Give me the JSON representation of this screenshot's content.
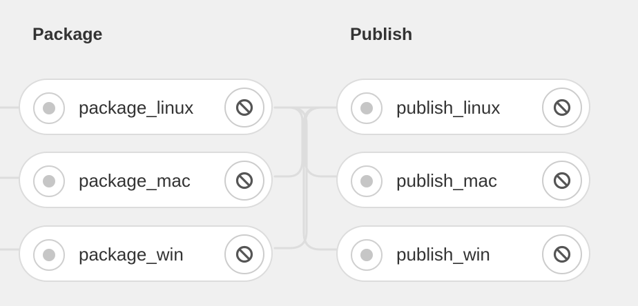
{
  "stages": [
    {
      "title": "Package",
      "jobs": [
        {
          "name": "package_linux",
          "status_icon": "skipped-status-icon",
          "action_icon": "cancel-icon"
        },
        {
          "name": "package_mac",
          "status_icon": "skipped-status-icon",
          "action_icon": "cancel-icon"
        },
        {
          "name": "package_win",
          "status_icon": "skipped-status-icon",
          "action_icon": "cancel-icon"
        }
      ]
    },
    {
      "title": "Publish",
      "jobs": [
        {
          "name": "publish_linux",
          "status_icon": "skipped-status-icon",
          "action_icon": "cancel-icon"
        },
        {
          "name": "publish_mac",
          "status_icon": "skipped-status-icon",
          "action_icon": "cancel-icon"
        },
        {
          "name": "publish_win",
          "status_icon": "skipped-status-icon",
          "action_icon": "cancel-icon"
        }
      ]
    }
  ],
  "colors": {
    "background": "#f0f0f0",
    "card": "#ffffff",
    "card_border": "#dcdcdc",
    "connector": "#dddddd",
    "text": "#333333",
    "status_dot": "#c6c6c6",
    "icon": "#555555"
  }
}
